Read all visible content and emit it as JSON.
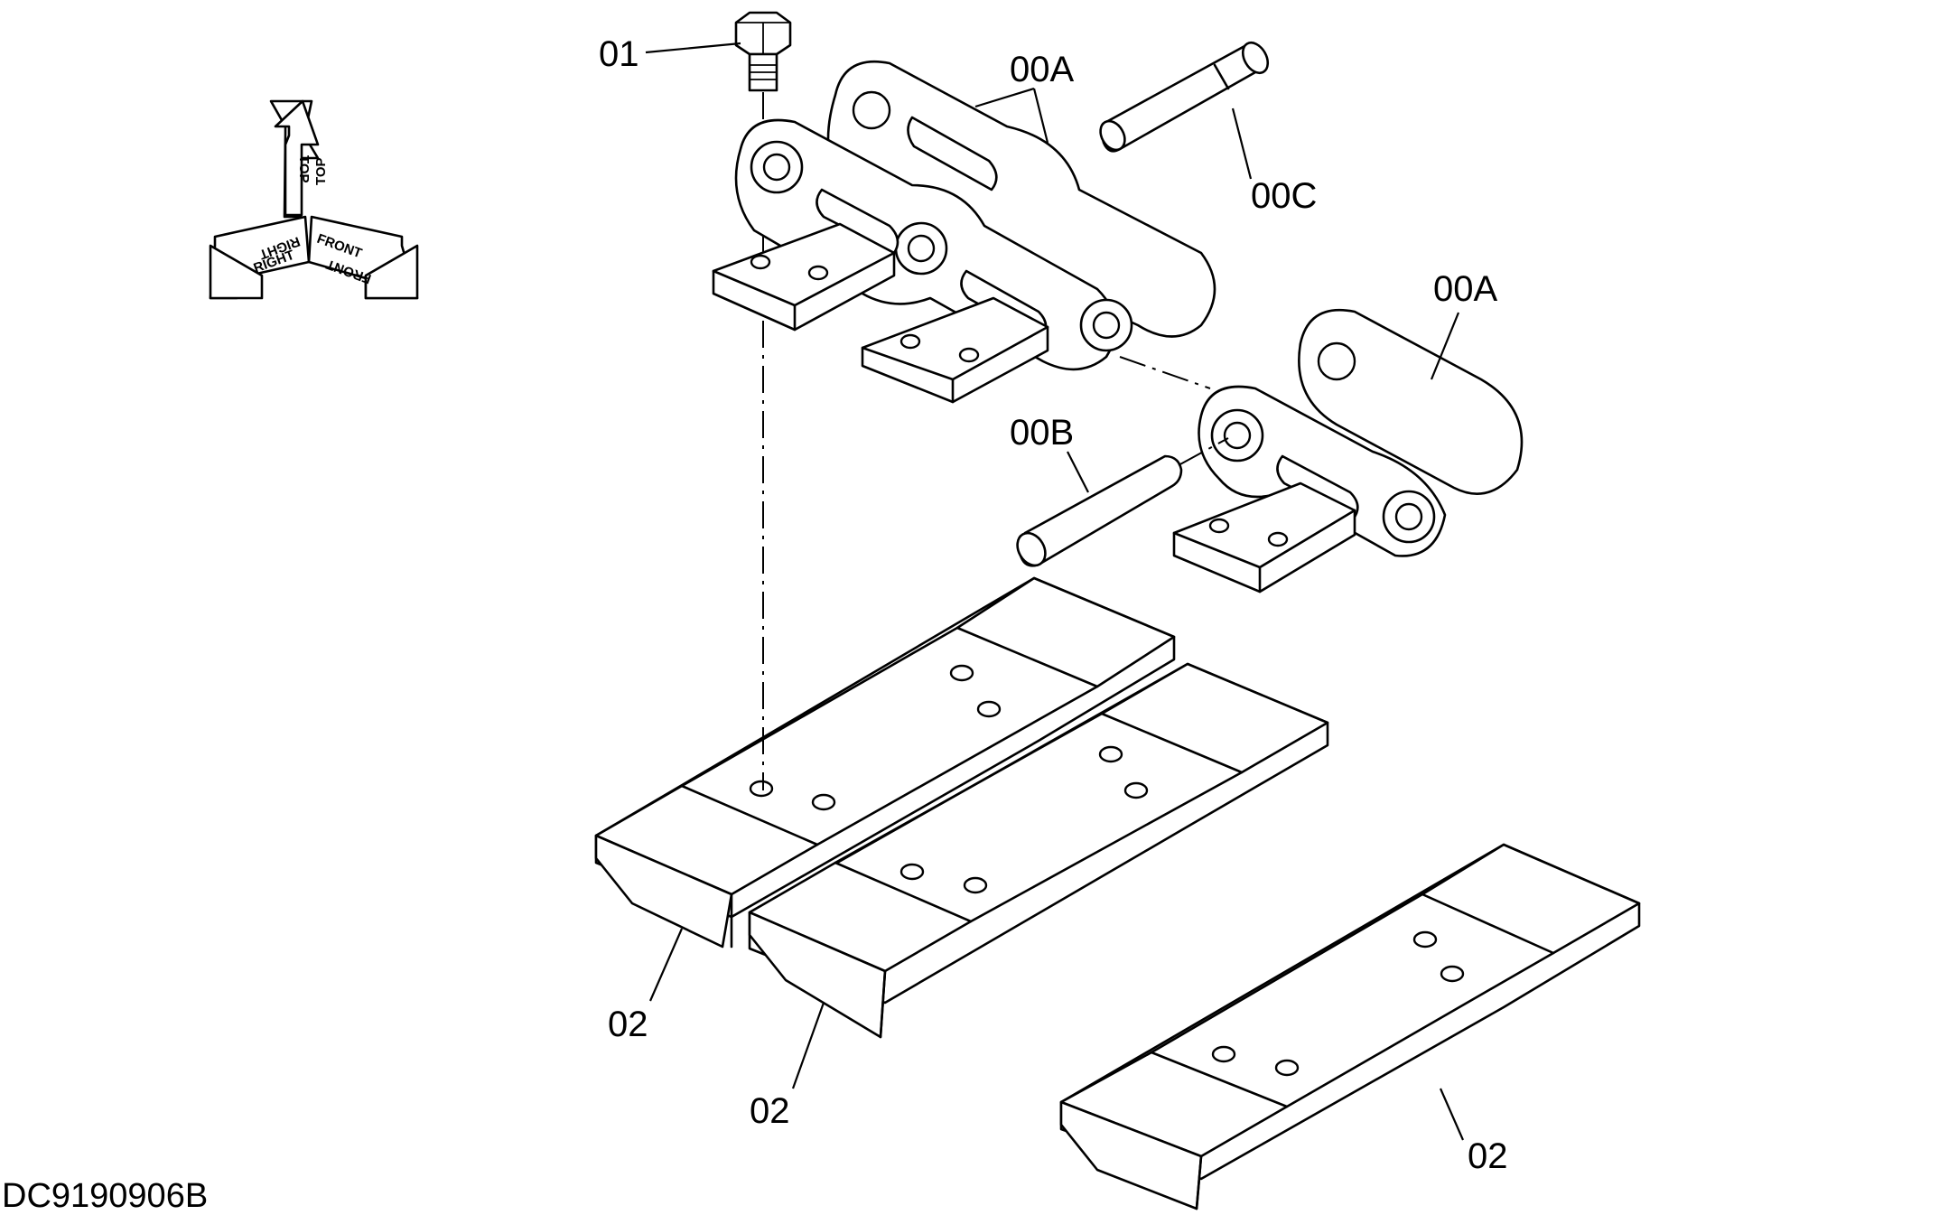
{
  "drawing": {
    "code": "DC9190906B",
    "orientation": {
      "top": "TOP",
      "right": "RIGHT",
      "front": "FRONT"
    },
    "callouts": {
      "bolt": "01",
      "link_assembly_main": "00A",
      "link_assembly_secondary": "00A",
      "master_pin": "00C",
      "pin": "00B",
      "shoe_1": "02",
      "shoe_2": "02",
      "shoe_3": "02"
    }
  }
}
